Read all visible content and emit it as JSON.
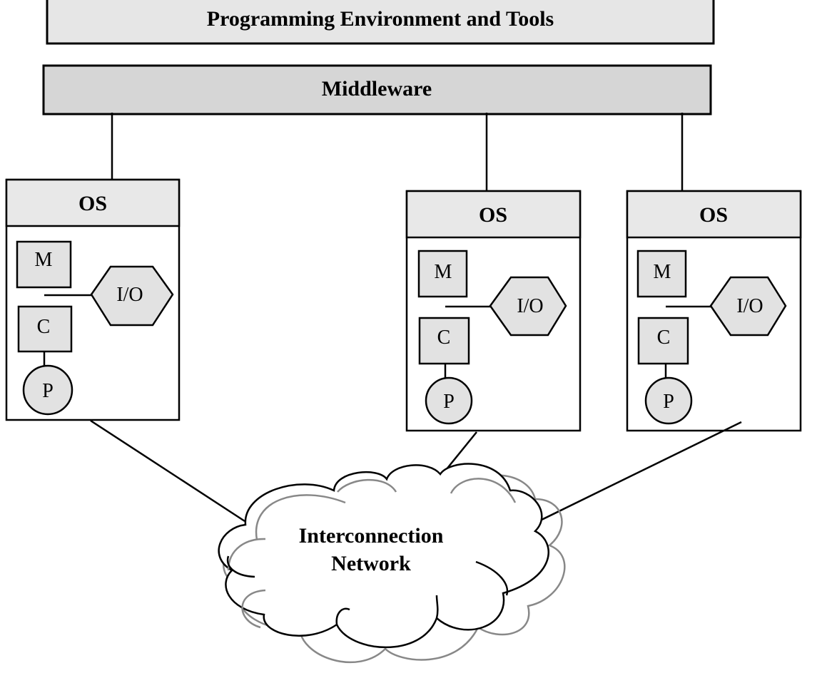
{
  "diagram": {
    "layers": {
      "tools": {
        "label": "Programming Environment and Tools",
        "fill": "#e6e6e6"
      },
      "middleware": {
        "label": "Middleware",
        "fill": "#d6d6d6"
      }
    },
    "nodes": [
      {
        "os_label": "OS",
        "memory_label": "M",
        "cache_label": "C",
        "processor_label": "P",
        "io_label": "I/O"
      },
      {
        "os_label": "OS",
        "memory_label": "M",
        "cache_label": "C",
        "processor_label": "P",
        "io_label": "I/O"
      },
      {
        "os_label": "OS",
        "memory_label": "M",
        "cache_label": "C",
        "processor_label": "P",
        "io_label": "I/O"
      }
    ],
    "network": {
      "label_line1": "Interconnection",
      "label_line2": "Network"
    },
    "colors": {
      "os_header_fill": "#e8e8e8",
      "component_fill": "#e2e2e2",
      "stroke": "#000000",
      "cloud_shadow": "#888888"
    }
  }
}
